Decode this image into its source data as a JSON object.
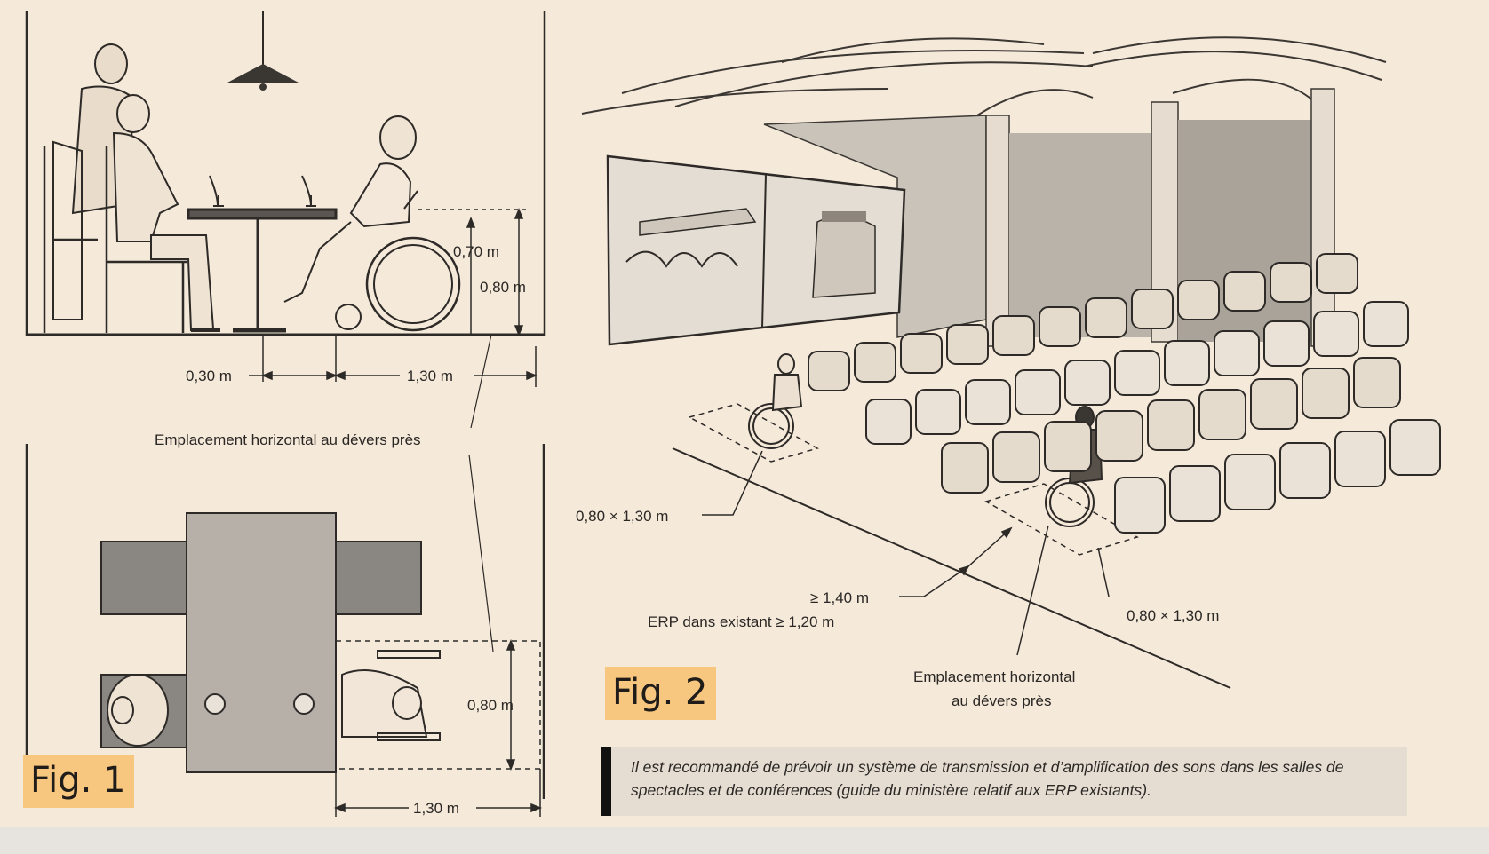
{
  "fig1": {
    "tag": "Fig. 1",
    "dim_070": "0,70 m",
    "dim_080_side": "0,80 m",
    "dim_030": "0,30 m",
    "dim_130_side": "1,30 m",
    "caption": "Emplacement horizontal au dévers près",
    "dim_080_plan": "0,80 m",
    "dim_130_plan": "1,30 m"
  },
  "fig2": {
    "tag": "Fig. 2",
    "space_left": "0,80 × 1,30 m",
    "aisle": "≥ 1,40 m",
    "aisle_existing": "ERP dans existant ≥ 1,20 m",
    "space_right": "0,80 × 1,30 m",
    "caption_line1": "Emplacement horizontal",
    "caption_line2": "au dévers près"
  },
  "note": {
    "text": "Il est recommandé de prévoir un système de transmission et d’amplification des sons dans les salles de spectacles et de conférences (guide du ministère relatif aux ERP existants)."
  },
  "colors": {
    "paper": "#f5e9da",
    "ink": "#2d2a27",
    "tag_highlight": "#f7c77f",
    "note_bar": "#111111"
  }
}
